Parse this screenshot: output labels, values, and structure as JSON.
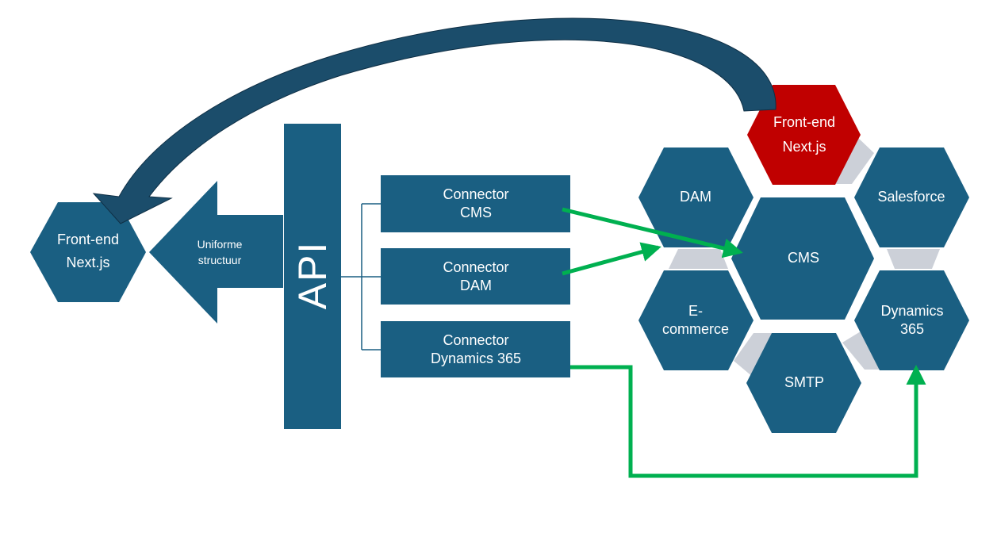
{
  "colors": {
    "primary": "#1a5f82",
    "highlight": "#c00000",
    "curved_arrow": "#1b4d6b",
    "green_arrow": "#00b050",
    "gap": "#ccd0d8",
    "bracket": "#1a5f82"
  },
  "left_frontend": {
    "line1": "Front-end",
    "line2": "Next.js"
  },
  "uniform_arrow": {
    "line1": "Uniforme",
    "line2": "structuur"
  },
  "api": {
    "label": "API"
  },
  "connectors": [
    {
      "line1": "Connector",
      "line2": "CMS"
    },
    {
      "line1": "Connector",
      "line2": "DAM"
    },
    {
      "line1": "Connector",
      "line2": "Dynamics 365"
    }
  ],
  "hexagons": {
    "frontend": {
      "line1": "Front-end",
      "line2": "Next.js"
    },
    "dam": {
      "label": "DAM"
    },
    "salesforce": {
      "label": "Salesforce"
    },
    "cms": {
      "label": "CMS"
    },
    "ecommerce": {
      "line1": "E-",
      "line2": "commerce"
    },
    "dynamics": {
      "line1": "Dynamics",
      "line2": "365"
    },
    "smtp": {
      "label": "SMTP"
    }
  }
}
